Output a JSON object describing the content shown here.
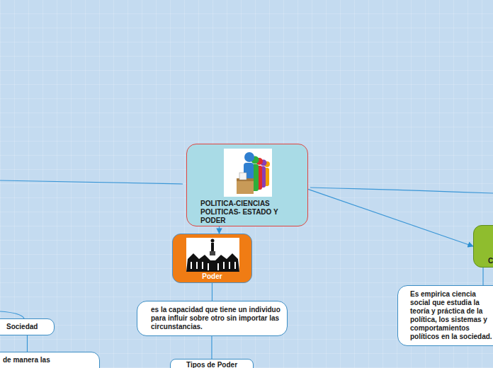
{
  "diagram": {
    "nodes": [
      {
        "text": [
          "POLITICA-CIENCIAS POLITICAS- ESTADO Y PODER"
        ]
      },
      {
        "text": [
          "C"
        ]
      },
      {
        "text": [
          "Poder"
        ]
      },
      {
        "text": [
          "Sociedad"
        ]
      },
      {
        "text": [
          "de manera las"
        ]
      },
      {
        "text": [
          "es la capacidad que tiene un individuo para influir sobre otro sin importar las circunstancias."
        ]
      },
      {
        "text": [
          "Tipos de Poder"
        ]
      },
      {
        "text": [
          "Es empirica ciencia social que estudia la teoría y práctica de la política, los sistemas y comportamientos políticos en la sociedad."
        ]
      }
    ],
    "edges": [
      {
        "from": 0,
        "to": 2,
        "arrow": "to"
      },
      {
        "from": 0,
        "to": 1,
        "arrow": "to"
      },
      {
        "from": 2,
        "to": 5,
        "arrow": "none"
      },
      {
        "from": 5,
        "to": 6,
        "arrow": "none"
      },
      {
        "from": 1,
        "to": 7,
        "arrow": "none"
      },
      {
        "from": 3,
        "to": 4,
        "arrow": "none"
      }
    ]
  }
}
